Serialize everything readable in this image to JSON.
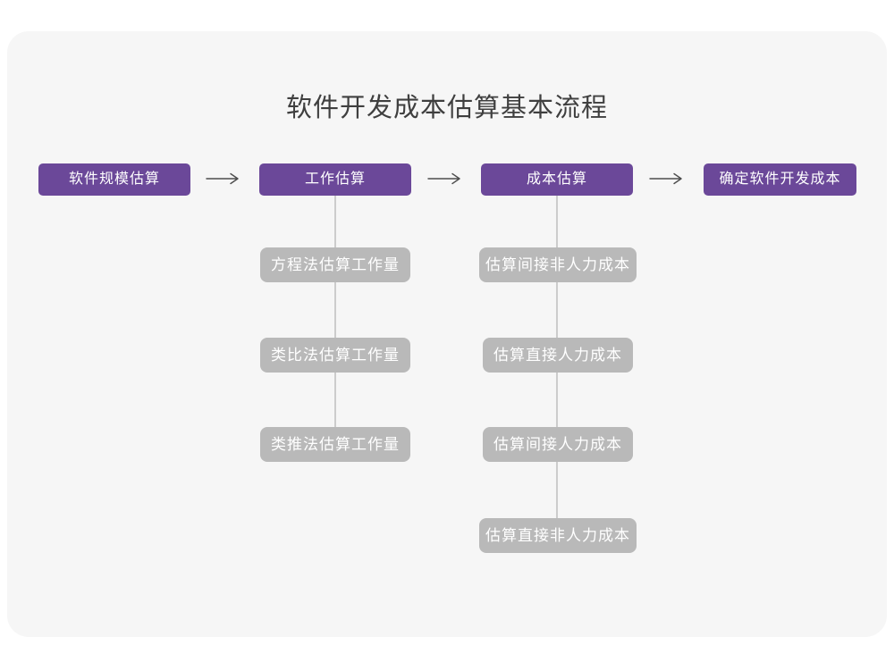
{
  "title": "软件开发成本估算基本流程",
  "colors": {
    "page_background": "#ffffff",
    "card_background": "#f6f6f6",
    "stage_fill": "#6b4899",
    "stage_text": "#ffffff",
    "substep_fill": "#b9b9b9",
    "substep_text": "#ffffff",
    "connector_line": "#cccccc",
    "arrow_stroke": "#4d4d4d",
    "title_text": "#3f3f3f"
  },
  "flow": {
    "stages": [
      {
        "label": "软件规模估算"
      },
      {
        "label": "工作估算"
      },
      {
        "label": "成本估算"
      },
      {
        "label": "确定软件开发成本"
      }
    ],
    "work_substeps": [
      "方程法估算工作量",
      "类比法估算工作量",
      "类推法估算工作量"
    ],
    "cost_substeps": [
      "估算间接非人力成本",
      "估算直接人力成本",
      "估算间接人力成本",
      "估算直接非人力成本"
    ]
  }
}
